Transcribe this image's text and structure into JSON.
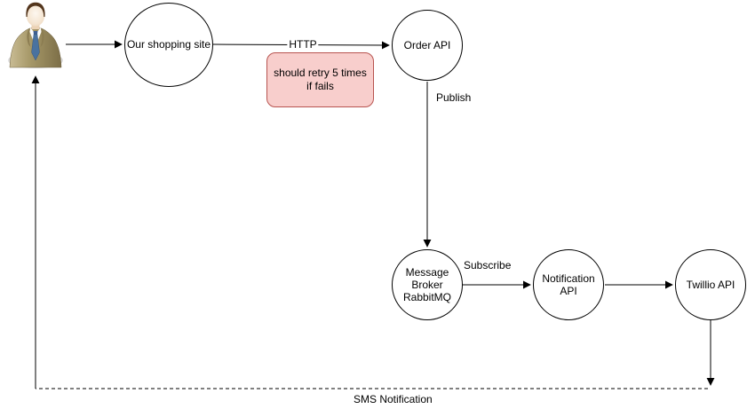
{
  "diagram": {
    "actor": {
      "icon": "businessman-icon"
    },
    "nodes": {
      "shopping_site": {
        "label": "Our shopping site"
      },
      "order_api": {
        "label": "Order API"
      },
      "message_broker": {
        "label": "Message\nBroker\nRabbitMQ"
      },
      "notification_api": {
        "label": "Notification\nAPI"
      },
      "twillio_api": {
        "label": "Twillio API"
      }
    },
    "note": {
      "text": "should retry 5 times\nif fails"
    },
    "edge_labels": {
      "http": "HTTP",
      "publish": "Publish",
      "subscribe": "Subscribe",
      "sms": "SMS Notification"
    },
    "colors": {
      "node_fill": "#ffffff",
      "node_border": "#000000",
      "note_fill": "#f8cecc",
      "note_border": "#b85450",
      "line": "#000000"
    }
  }
}
